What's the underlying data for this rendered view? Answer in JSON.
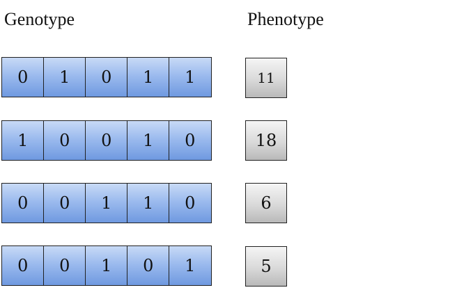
{
  "headers": {
    "genotype": "Genotype",
    "phenotype": "Phenotype"
  },
  "colors": {
    "gene_cell_top": "#c8daf6",
    "gene_cell_bottom": "#6f99e0",
    "phenotype_box_top": "#f5f5f5",
    "phenotype_box_bottom": "#b9b9b9",
    "border": "#202020"
  },
  "individuals": [
    {
      "genotype": [
        "0",
        "1",
        "0",
        "1",
        "1"
      ],
      "phenotype": "11"
    },
    {
      "genotype": [
        "1",
        "0",
        "0",
        "1",
        "0"
      ],
      "phenotype": "18"
    },
    {
      "genotype": [
        "0",
        "0",
        "1",
        "1",
        "0"
      ],
      "phenotype": "6"
    },
    {
      "genotype": [
        "0",
        "0",
        "1",
        "0",
        "1"
      ],
      "phenotype": "5"
    }
  ]
}
